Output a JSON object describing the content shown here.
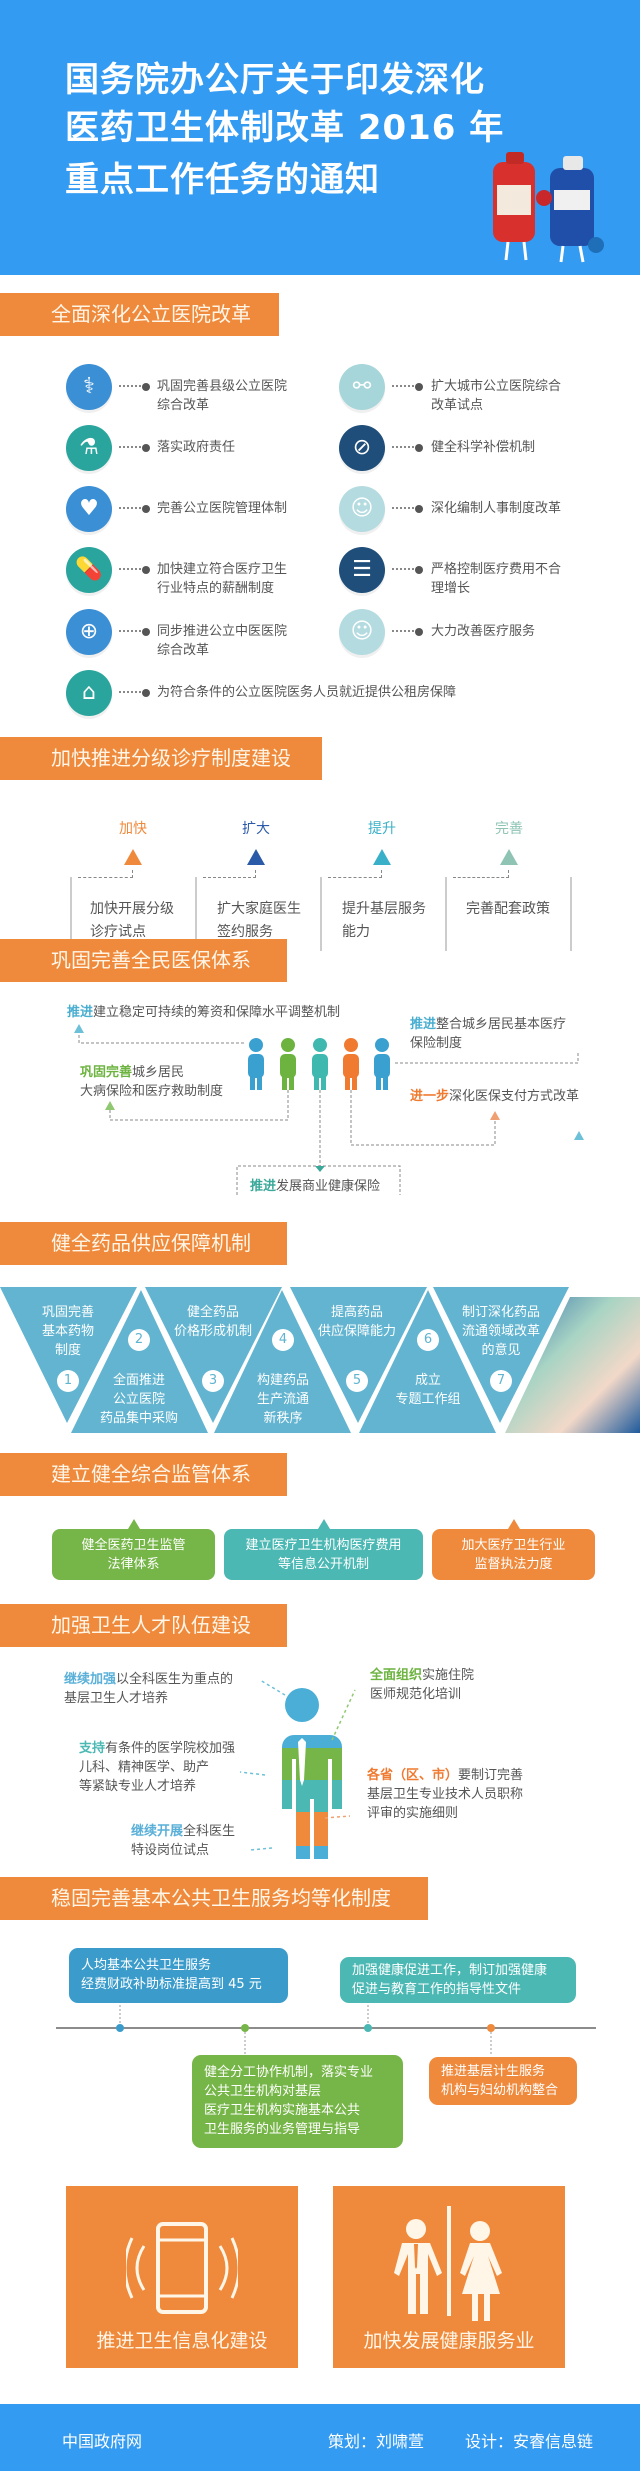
{
  "header": {
    "title_lines": [
      "国务院办公厅关于印发深化",
      "医药卫生体制改革 2016 年",
      "重点工作任务的通知"
    ]
  },
  "colors": {
    "header_blue": "#349bf2",
    "orange": "#ef8a3c",
    "blue": "#3b8fd5",
    "teal": "#2aa59d",
    "green": "#76b547"
  },
  "s1": {
    "title": "全面深化公立医院改革",
    "left": [
      {
        "icon": "stethoscope-icon",
        "glyph": "⚕",
        "lines": [
          "巩固完善县级公立医院",
          "综合改革"
        ]
      },
      {
        "icon": "flask-icon",
        "glyph": "⚗",
        "lines": [
          "落实政府责任"
        ]
      },
      {
        "icon": "heart-icon",
        "glyph": "♥",
        "lines": [
          "完善公立医院管理体制"
        ]
      },
      {
        "icon": "pill-icon",
        "glyph": "💊",
        "lines": [
          "加快建立符合医疗卫生",
          "行业特点的薪酬制度"
        ]
      },
      {
        "icon": "calendar-medical-icon",
        "glyph": "⊕",
        "lines": [
          "同步推进公立中医医院",
          "综合改革"
        ]
      }
    ],
    "right": [
      {
        "icon": "stretcher-icon",
        "glyph": "⚯",
        "lines": [
          "扩大城市公立医院综合",
          "改革试点"
        ]
      },
      {
        "icon": "no-entry-icon",
        "glyph": "⊘",
        "lines": [
          "健全科学补偿机制"
        ]
      },
      {
        "icon": "doctor-icon",
        "glyph": "☺",
        "lines": [
          "深化编制人事制度改革"
        ]
      },
      {
        "icon": "clipboard-icon",
        "glyph": "☰",
        "lines": [
          "严格控制医疗费用不合",
          "理增长"
        ]
      },
      {
        "icon": "nurse-icon",
        "glyph": "☺",
        "lines": [
          "大力改善医疗服务"
        ]
      }
    ],
    "bottom": {
      "icon": "house-icon",
      "glyph": "⌂",
      "text": "为符合条件的公立医院医务人员就近提供公租房保障"
    }
  },
  "s2": {
    "title": "加快推进分级诊疗制度建设",
    "cols": [
      {
        "head": "加快",
        "color": "#ef8a3c",
        "lines": [
          "加快开展分级",
          "诊疗试点"
        ]
      },
      {
        "head": "扩大",
        "color": "#2a5aa8",
        "lines": [
          "扩大家庭医生",
          "签约服务"
        ]
      },
      {
        "head": "提升",
        "color": "#3ab0c8",
        "lines": [
          "提升基层服务",
          "能力"
        ]
      },
      {
        "head": "完善",
        "color": "#8fc4b4",
        "lines": [
          "完善配套政策"
        ]
      }
    ]
  },
  "s3": {
    "title": "巩固完善全民医保体系",
    "item1": {
      "hl": "推进",
      "rest": "建立稳定可持续的筹资和保障水平调整机制"
    },
    "item2": {
      "hl": "推进",
      "rest": "整合城乡居民基本医疗",
      "line2": "保险制度"
    },
    "item3": {
      "hl": "巩固完善",
      "rest": "城乡居民",
      "line2": "大病保险和医疗救助制度"
    },
    "item4": {
      "hl": "进一步",
      "rest": "深化医保支付方式改革"
    },
    "item5": {
      "hl": "推进",
      "rest": "发展商业健康保险"
    }
  },
  "s4": {
    "title": "健全药品供应保障机制",
    "items": [
      {
        "num": "1",
        "lines": [
          "巩固完善",
          "基本药物",
          "制度"
        ]
      },
      {
        "num": "2",
        "lines": [
          "全面推进",
          "公立医院",
          "药品集中采购"
        ]
      },
      {
        "num": "3",
        "lines": [
          "健全药品",
          "价格形成机制"
        ]
      },
      {
        "num": "4",
        "lines": [
          "构建药品",
          "生产流通",
          "新秩序"
        ]
      },
      {
        "num": "5",
        "lines": [
          "提高药品",
          "供应保障能力"
        ]
      },
      {
        "num": "6",
        "lines": [
          "成立",
          "专题工作组"
        ]
      },
      {
        "num": "7",
        "lines": [
          "制订深化药品",
          "流通领域改革",
          "的意见"
        ]
      }
    ]
  },
  "s5": {
    "title": "建立健全综合监管体系",
    "boxes": [
      {
        "lines": [
          "健全医药卫生监管",
          "法律体系"
        ],
        "color": "#76b547"
      },
      {
        "lines": [
          "建立医疗卫生机构医疗费用",
          "等信息公开机制"
        ],
        "color": "#4bb8b4"
      },
      {
        "lines": [
          "加大医疗卫生行业",
          "监督执法力度"
        ],
        "color": "#ef8a3c"
      }
    ]
  },
  "s6": {
    "title": "加强卫生人才队伍建设",
    "a": {
      "hl": "继续加强",
      "rest": "以全科医生为重点的",
      "line2": "基层卫生人才培养"
    },
    "b": {
      "hl": "全面组织",
      "rest": "实施住院",
      "line2": "医师规范化培训"
    },
    "c": {
      "hl": "支持",
      "rest": "有条件的医学院校加强",
      "line2": "儿科、精神医学、助产",
      "line3": "等紧缺专业人才培养"
    },
    "d": {
      "hl": "各省（区、市）",
      "rest": "要制订完善",
      "line2": "基层卫生专业技术人员职称",
      "line3": "评审的实施细则"
    },
    "e": {
      "hl": "继续开展",
      "rest": "全科医生",
      "line2": "特设岗位试点"
    }
  },
  "s7": {
    "title": "稳固完善基本公共卫生服务均等化制度",
    "b1": [
      "人均基本公共卫生服务",
      "经费财政补助标准提高到 45 元"
    ],
    "b2": [
      "加强健康促进工作，制订加强健康",
      "促进与教育工作的指导性文件"
    ],
    "b3": [
      "健全分工协作机制，落实专业",
      "公共卫生机构对基层",
      "医疗卫生机构实施基本公共",
      "卫生服务的业务管理与指导"
    ],
    "b4": [
      "推进基层计生服务",
      "机构与妇幼机构整合"
    ]
  },
  "s8": {
    "left": "推进卫生信息化建设",
    "right": "加快发展健康服务业"
  },
  "footer": {
    "source": "中国政府网",
    "planner": "策划：刘啸萱",
    "designer": "设计：安睿信息链"
  }
}
